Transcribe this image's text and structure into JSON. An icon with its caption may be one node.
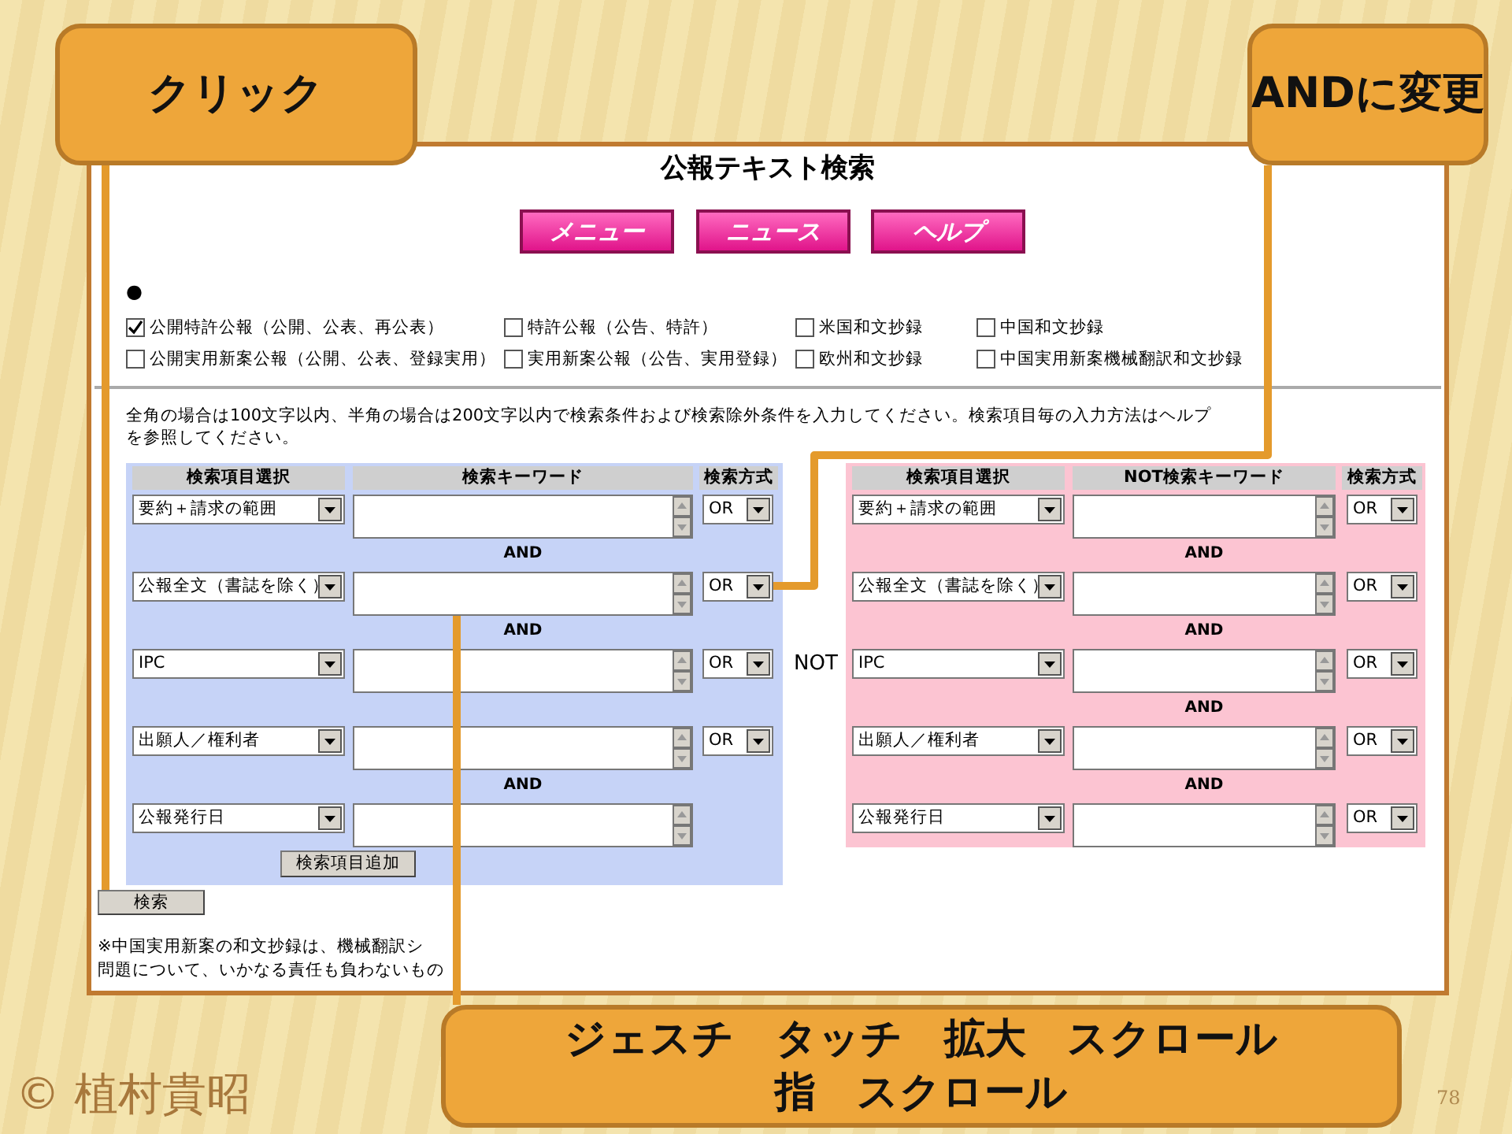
{
  "diagram": {
    "nodes": [
      {
        "text": [
          "クリック"
        ]
      },
      {
        "text": [
          "ANDに変更"
        ]
      },
      {
        "text": [
          "ジェスチ　タッチ　拡大　スクロール",
          "指　スクロール"
        ]
      },
      {
        "text": [
          "検索"
        ]
      },
      {
        "text": [
          "OR"
        ]
      },
      {
        "text": [],
        "shape": "box"
      },
      {
        "text": [
          "OR"
        ]
      },
      {
        "text": [
          "OR"
        ]
      },
      {
        "text": [
          "OR"
        ]
      },
      {
        "text": [
          "OR"
        ]
      },
      {
        "text": [
          "OR"
        ]
      },
      {
        "text": [
          "OR"
        ]
      },
      {
        "text": [
          "OR"
        ]
      },
      {
        "text": [
          "OR"
        ]
      },
      {
        "text": [],
        "shape": "box"
      },
      {
        "text": [],
        "shape": "box"
      },
      {
        "text": [],
        "shape": "box"
      },
      {
        "text": [],
        "shape": "box"
      },
      {
        "text": [],
        "shape": "box"
      },
      {
        "text": [],
        "shape": "box"
      },
      {
        "text": [],
        "shape": "box"
      },
      {
        "text": [],
        "shape": "box"
      },
      {
        "text": [],
        "shape": "box"
      }
    ],
    "edges": [
      {
        "from": 0,
        "to": 3,
        "arrow": "none"
      },
      {
        "from": 1,
        "to": 4,
        "arrow": "none"
      },
      {
        "from": 2,
        "to": 5,
        "arrow": "none"
      }
    ],
    "labels": [
      "公報テキスト検索",
      "メニュー",
      "ニュース",
      "ヘルプ",
      "●",
      "公開特許公報（公開、公表、再公表）",
      "特許公報（公告、特許）",
      "米国和文抄録",
      "中国和文抄録",
      "公開実用新案公報（公開、公表、登録実用）",
      "実用新案公報（公告、実用登録）",
      "欧州和文抄録",
      "中国実用新案機械翻訳和文抄録",
      "全角の場合は100文字以内、半角の場合は200文字以内で検索条件および検索除外条件を入力してください。検索項目毎の入力方法はヘルプを参照してください。",
      "検索項目選択",
      "検索キーワード",
      "検索方式",
      "検索項目選択",
      "NOT検索キーワード",
      "検索方式",
      "要約＋請求の範囲",
      "要約＋請求の範囲",
      "AND",
      "AND",
      "公報全文（書誌を除く）",
      "公報全文（書誌を除く）",
      "AND",
      "AND",
      "IPC",
      "NOT",
      "IPC",
      "AND",
      "出願人／権利者",
      "出願人／権利者",
      "AND",
      "AND",
      "公報発行日",
      "公報発行日",
      "検索項目追加",
      "※中国実用新案の和文抄録は、機械翻訳シ",
      "問題について、いかなる責任も負わないもの",
      "© 植村貴昭",
      "78"
    ]
  }
}
